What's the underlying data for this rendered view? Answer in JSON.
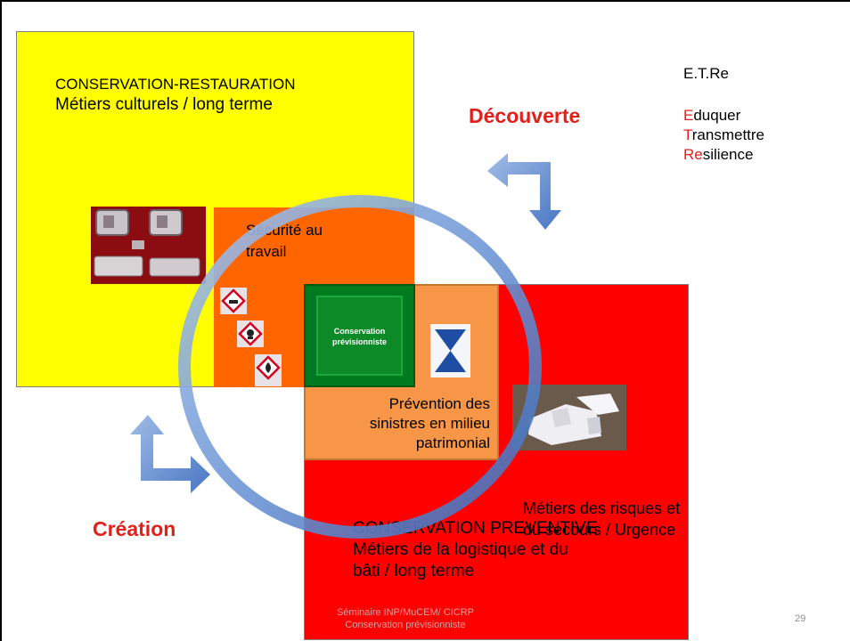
{
  "quadrants": {
    "conservation_restauration": {
      "line1": "CONSERVATION-RESTAURATION",
      "line2": "Métiers culturels / long terme"
    },
    "securite": {
      "line1": "Sécurité au",
      "line2": "travail"
    },
    "conservation_previsionniste": {
      "line1": "Conservation",
      "line2": "prévisionniste"
    },
    "prevention": {
      "line1": "Prévention des",
      "line2": "sinistres en milieu",
      "line3": "patrimonial"
    },
    "risques": {
      "line1": "Métiers des risques et",
      "line2": "du secours / Urgence"
    },
    "conservation_preventive": {
      "line1": "CONSERVATION PREVENTIVE",
      "line2": "Métiers de la logistique et du",
      "line3": "bâti / long terme"
    }
  },
  "labels": {
    "decouverte": "Découverte",
    "creation": "Création"
  },
  "etre": {
    "title": "E.T.Re",
    "items": [
      {
        "initial": "E",
        "rest": "duquer"
      },
      {
        "initial": "T",
        "rest": "ransmettre"
      },
      {
        "initial": "Re",
        "rest": "silience"
      }
    ]
  },
  "footer": {
    "line1": "Séminaire INP/MuCEM/ CICRP",
    "line2": "Conservation prévisionniste"
  },
  "page_number": "29",
  "colors": {
    "yellow": "#ffff00",
    "orange": "#ff6600",
    "red": "#ff0000",
    "light_orange": "#f79646",
    "green": "#007a1e",
    "arrow_blue": "#4f81bd",
    "accent_red": "#e0201b"
  }
}
